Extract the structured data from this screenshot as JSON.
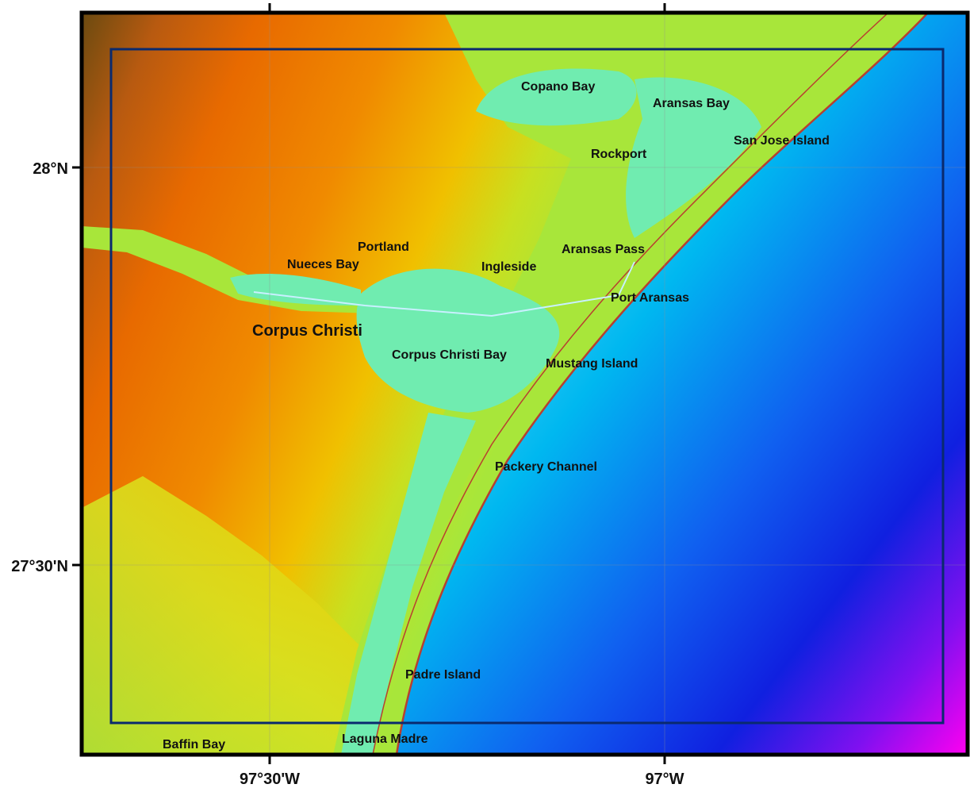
{
  "map": {
    "axes": {
      "latitude_labels": [
        "28°N",
        "27°30'N"
      ],
      "longitude_labels": [
        "97°30'W",
        "97°W"
      ]
    },
    "places": {
      "copano_bay": "Copano Bay",
      "aransas_bay": "Aransas Bay",
      "san_jose_island": "San Jose Island",
      "rockport": "Rockport",
      "portland": "Portland",
      "nueces_bay": "Nueces Bay",
      "ingleside": "Ingleside",
      "aransas_pass": "Aransas Pass",
      "port_aransas": "Port Aransas",
      "corpus_christi": "Corpus Christi",
      "corpus_christi_bay": "Corpus Christi Bay",
      "mustang_island": "Mustang Island",
      "packery_channel": "Packery Channel",
      "padre_island": "Padre Island",
      "laguna_madre": "Laguna Madre",
      "baffin_bay": "Baffin Bay"
    },
    "colors": {
      "frame": "#000000",
      "study_box": "#0a2a6e",
      "land_high": "#6a4a10",
      "land_mid": "#e86a00",
      "land_low": "#f0c000",
      "coastal": "#a8e63a",
      "bay_water": "#70ecb0",
      "shallow_ocean": "#e8ffff",
      "mid_ocean": "#00b8f0",
      "deep_ocean": "#1020e0",
      "deepest": "#ff00f0",
      "shoreline": "#b84030"
    }
  }
}
